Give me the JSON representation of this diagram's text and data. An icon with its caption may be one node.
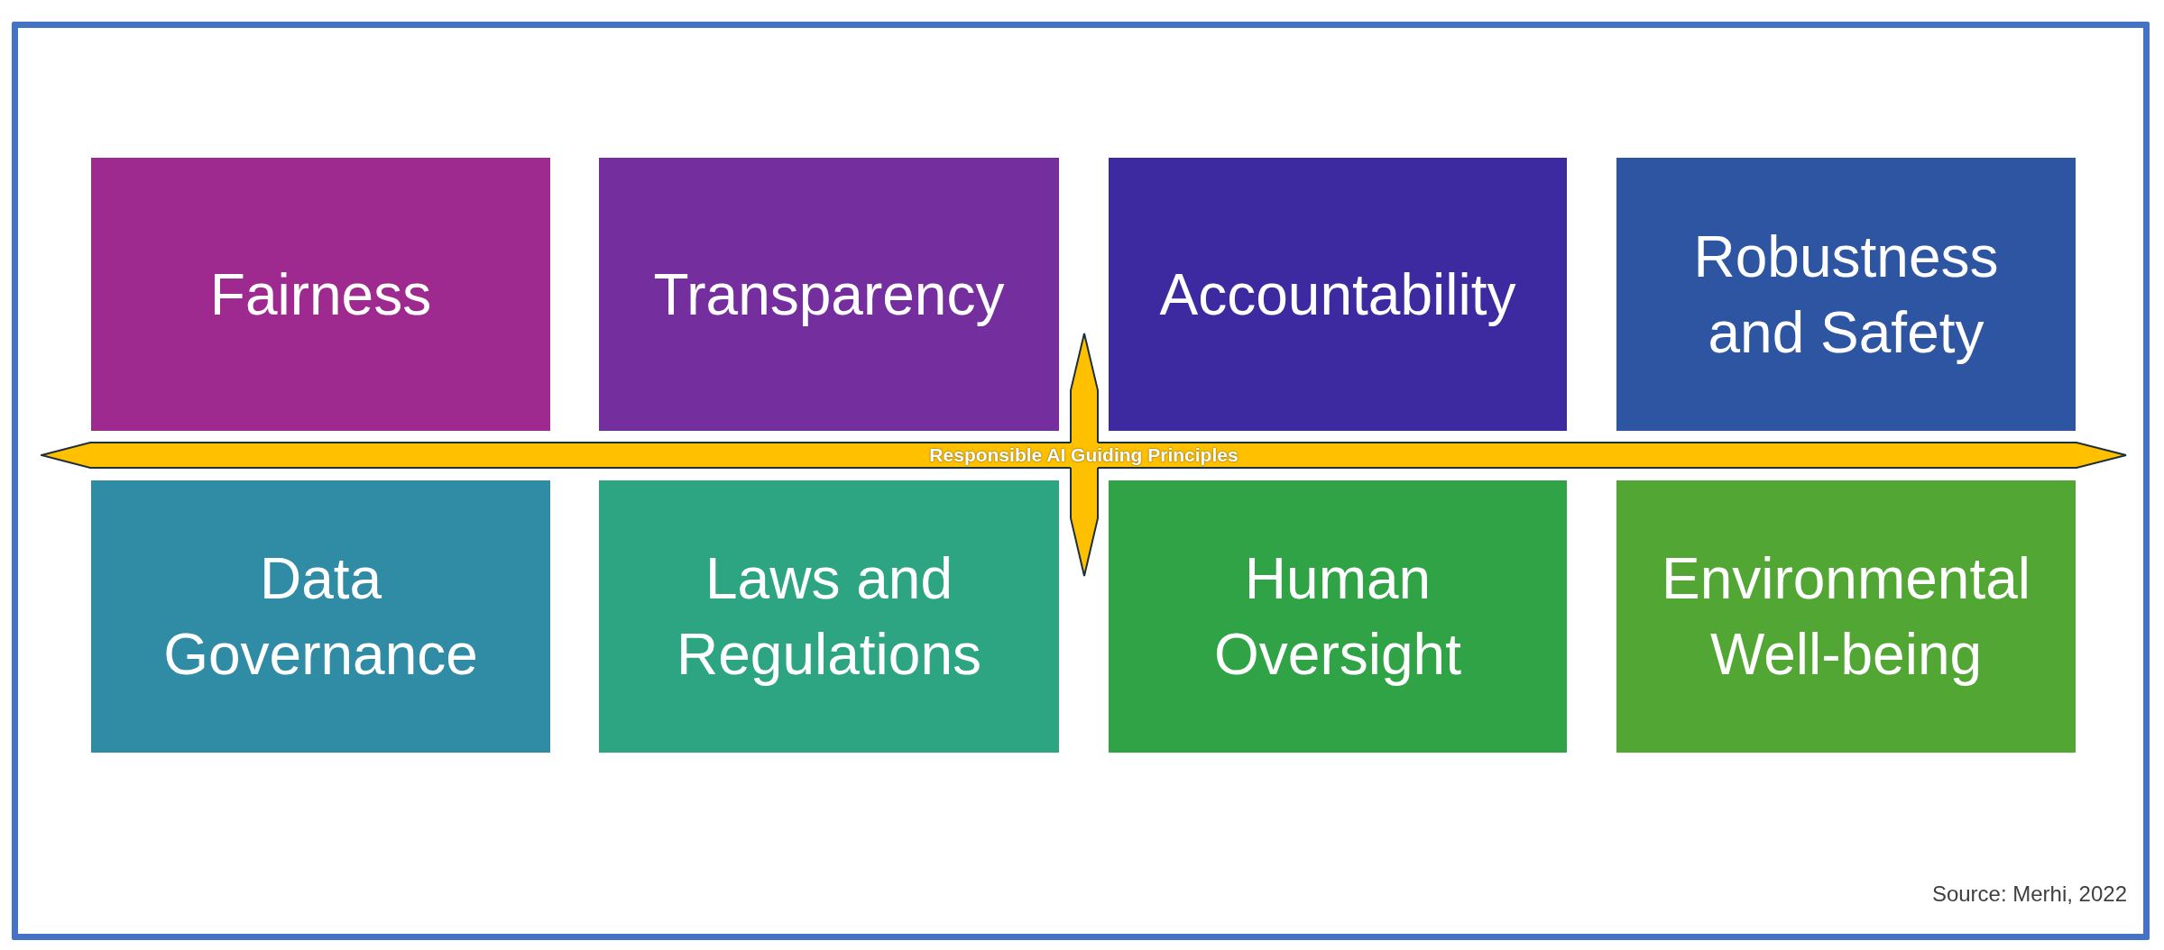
{
  "diagram": {
    "nodes": [
      {
        "text": [
          "Fairness"
        ]
      },
      {
        "text": [
          "Transparency"
        ]
      },
      {
        "text": [
          "Accountability"
        ]
      },
      {
        "text": [
          "Robustness and Safety"
        ]
      },
      {
        "text": [
          "Responsible AI Guiding Principles"
        ]
      },
      {
        "text": [
          "Data Governance"
        ]
      },
      {
        "text": [
          "Laws and Regulations"
        ]
      },
      {
        "text": [
          "Human Oversight"
        ]
      },
      {
        "text": [
          "Environmental Well-being"
        ]
      }
    ],
    "labels": [
      "Source: Merhi, 2022"
    ]
  }
}
